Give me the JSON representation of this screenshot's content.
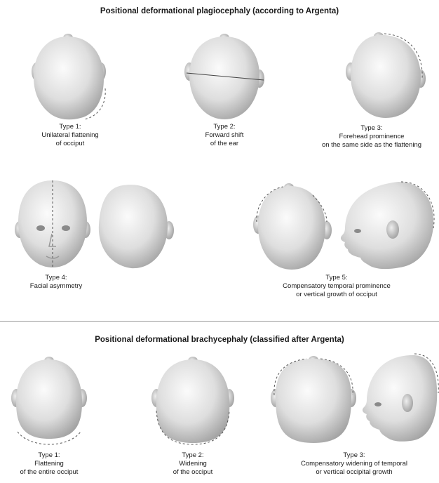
{
  "section1": {
    "title": "Positional deformational plagiocephaly (according to Argenta)",
    "types": [
      {
        "lines": [
          "Type 1:",
          "Unilateral flattening",
          "of occiput"
        ]
      },
      {
        "lines": [
          "Type 2:",
          "Forward shift",
          "of the ear"
        ]
      },
      {
        "lines": [
          "Type 3:",
          "Forehead prominence",
          "on the same side as the flattening"
        ]
      },
      {
        "lines": [
          "Type 4:",
          "Facial asymmetry"
        ]
      },
      {
        "lines": [
          "Type 5:",
          "Compensatory temporal prominence",
          "or vertical growth of occiput"
        ]
      }
    ]
  },
  "section2": {
    "title": "Positional deformational brachycephaly (classified after Argenta)",
    "types": [
      {
        "lines": [
          "Type 1:",
          "Flattening",
          "of the entire occiput"
        ]
      },
      {
        "lines": [
          "Type 2:",
          "Widening",
          "of the occiput"
        ]
      },
      {
        "lines": [
          "Type 3:",
          "Compensatory widening of temporal",
          "or vertical occipital growth"
        ]
      }
    ]
  },
  "colors": {
    "head_light": "#f4f4f4",
    "head_dark": "#a8a8a8",
    "dashed": "#555555"
  }
}
